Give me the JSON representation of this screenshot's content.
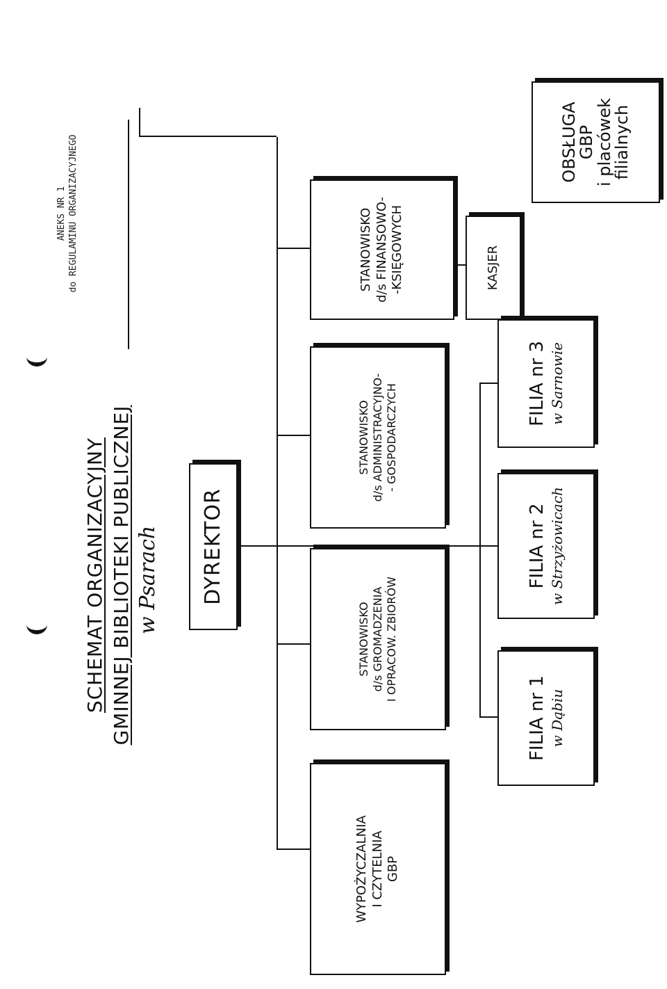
{
  "annex": {
    "line1": "ANEKS NR 1",
    "line2": "do REGULAMINU ORGANIZACYJNEGO"
  },
  "header": {
    "title_line1": "SCHEMAT   ORGANIZACYJNY",
    "title_line2": "GMINNEJ  BIBLIOTEKI  PUBLICZNEJ",
    "location": "w  Psarach"
  },
  "boxes": {
    "director": "DYREKTOR",
    "lending": [
      "WYPOŻYCZALNIA",
      "I CZYTELNIA",
      "GBP"
    ],
    "collections": [
      "STANOWISKO",
      "d/s GROMADZENIA",
      "I OPRACOW. ZBIORÓW"
    ],
    "administration": [
      "STANOWISKO",
      "d/s ADMINISTRACYJNO-",
      "- GOSPODARCZYCH"
    ],
    "finance": [
      "STANOWISKO",
      "d/s FINANSOWO-",
      "-KSIĘGOWYCH"
    ],
    "cashier": "KASJER",
    "branch1": {
      "name": "FILIA nr 1",
      "location": "w  Dąbiu"
    },
    "branch2": {
      "name": "FILIA nr 2",
      "location": "w  Strzyżowicach"
    },
    "branch3": {
      "name": "FILIA nr 3",
      "location": "w  Sarnowie"
    },
    "service": [
      "OBSŁUGA",
      "GBP",
      "i placówek",
      "filialnych"
    ]
  }
}
